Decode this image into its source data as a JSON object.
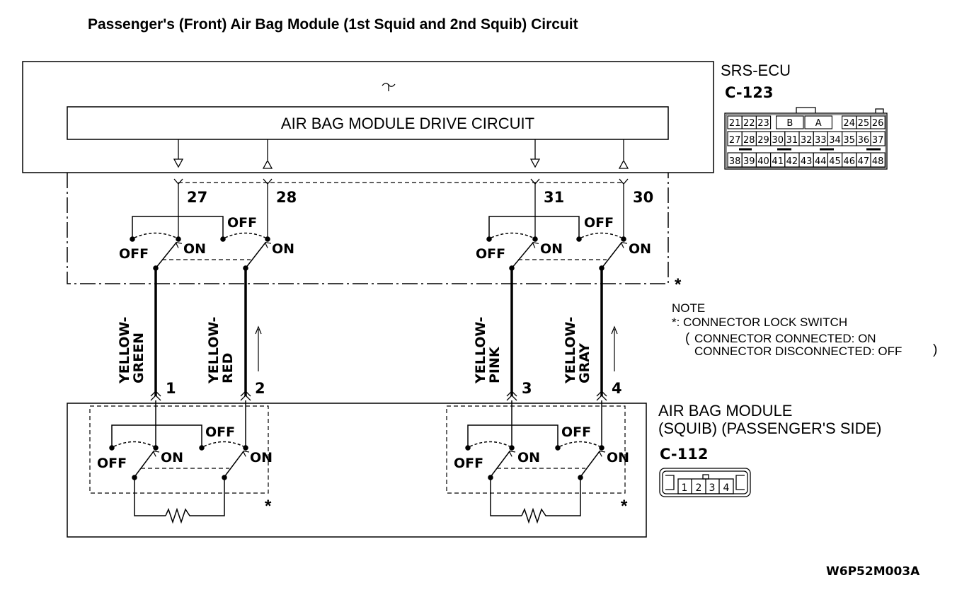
{
  "title": "Passenger's (Front) Air Bag Module (1st Squid and 2nd Squib) Circuit",
  "ecu": {
    "label": "SRS-ECU",
    "connector": "C-123",
    "drive_circuit": "AIR BAG MODULE DRIVE CIRCUIT",
    "terminals": [
      "27",
      "28",
      "31",
      "30"
    ],
    "connector_top_row": [
      "21",
      "22",
      "23",
      "B",
      "A",
      "24",
      "25",
      "26"
    ],
    "connector_mid_row": [
      "27",
      "28",
      "29",
      "30",
      "31",
      "32",
      "33",
      "34",
      "35",
      "36",
      "37"
    ],
    "connector_bottom_row": [
      "38",
      "39",
      "40",
      "41",
      "42",
      "43",
      "44",
      "45",
      "46",
      "47",
      "48"
    ]
  },
  "switch_labels": {
    "off": "OFF",
    "on": "ON"
  },
  "asterisk": "*",
  "wires": [
    {
      "color": "YELLOW-GREEN",
      "line1": "YELLOW-",
      "line2": "GREEN",
      "terminal": "1"
    },
    {
      "color": "YELLOW-RED",
      "line1": "YELLOW-",
      "line2": "RED",
      "terminal": "2"
    },
    {
      "color": "YELLOW-PINK",
      "line1": "YELLOW-",
      "line2": "PINK",
      "terminal": "3"
    },
    {
      "color": "YELLOW-GRAY",
      "line1": "YELLOW-",
      "line2": "GRAY",
      "terminal": "4"
    }
  ],
  "note": {
    "heading": "NOTE",
    "line1": "*: CONNECTOR LOCK SWITCH",
    "line2": "CONNECTOR CONNECTED: ON",
    "line3": "CONNECTOR DISCONNECTED: OFF"
  },
  "module": {
    "label_line1": "AIR BAG MODULE",
    "label_line2": "(SQUIB) (PASSENGER'S SIDE)",
    "connector": "C-112",
    "pins": [
      "1",
      "2",
      "3",
      "4"
    ]
  },
  "figure_code": "W6P52M003A"
}
